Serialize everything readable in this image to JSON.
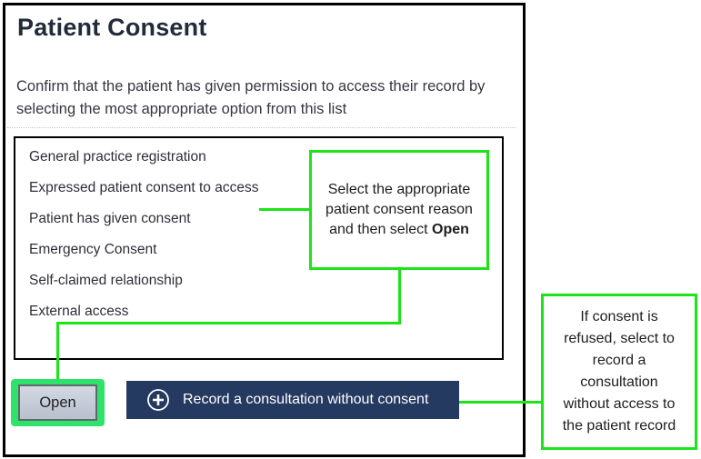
{
  "dialog": {
    "title": "Patient Consent",
    "description": "Confirm that the patient has given permission to access their record by selecting the most appropriate option from this list"
  },
  "consent_options": [
    "General practice registration",
    "Expressed patient consent to access",
    "Patient has given consent",
    "Emergency Consent",
    "Self-claimed relationship",
    "External access"
  ],
  "buttons": {
    "open_label": "Open",
    "record_label": "Record a consultation without consent",
    "record_icon": "plus-circle-icon"
  },
  "annotations": {
    "select_callout_text": "Select the appropriate patient consent reason and then select",
    "select_callout_bold": "Open",
    "refuse_callout_text": "If consent is refused, select to record a consultation without access to the patient record"
  },
  "colors": {
    "annotation_green": "#1ce417",
    "highlight_green": "#2ee36a",
    "button_navy": "#253a60",
    "title_navy": "#212b3a"
  }
}
